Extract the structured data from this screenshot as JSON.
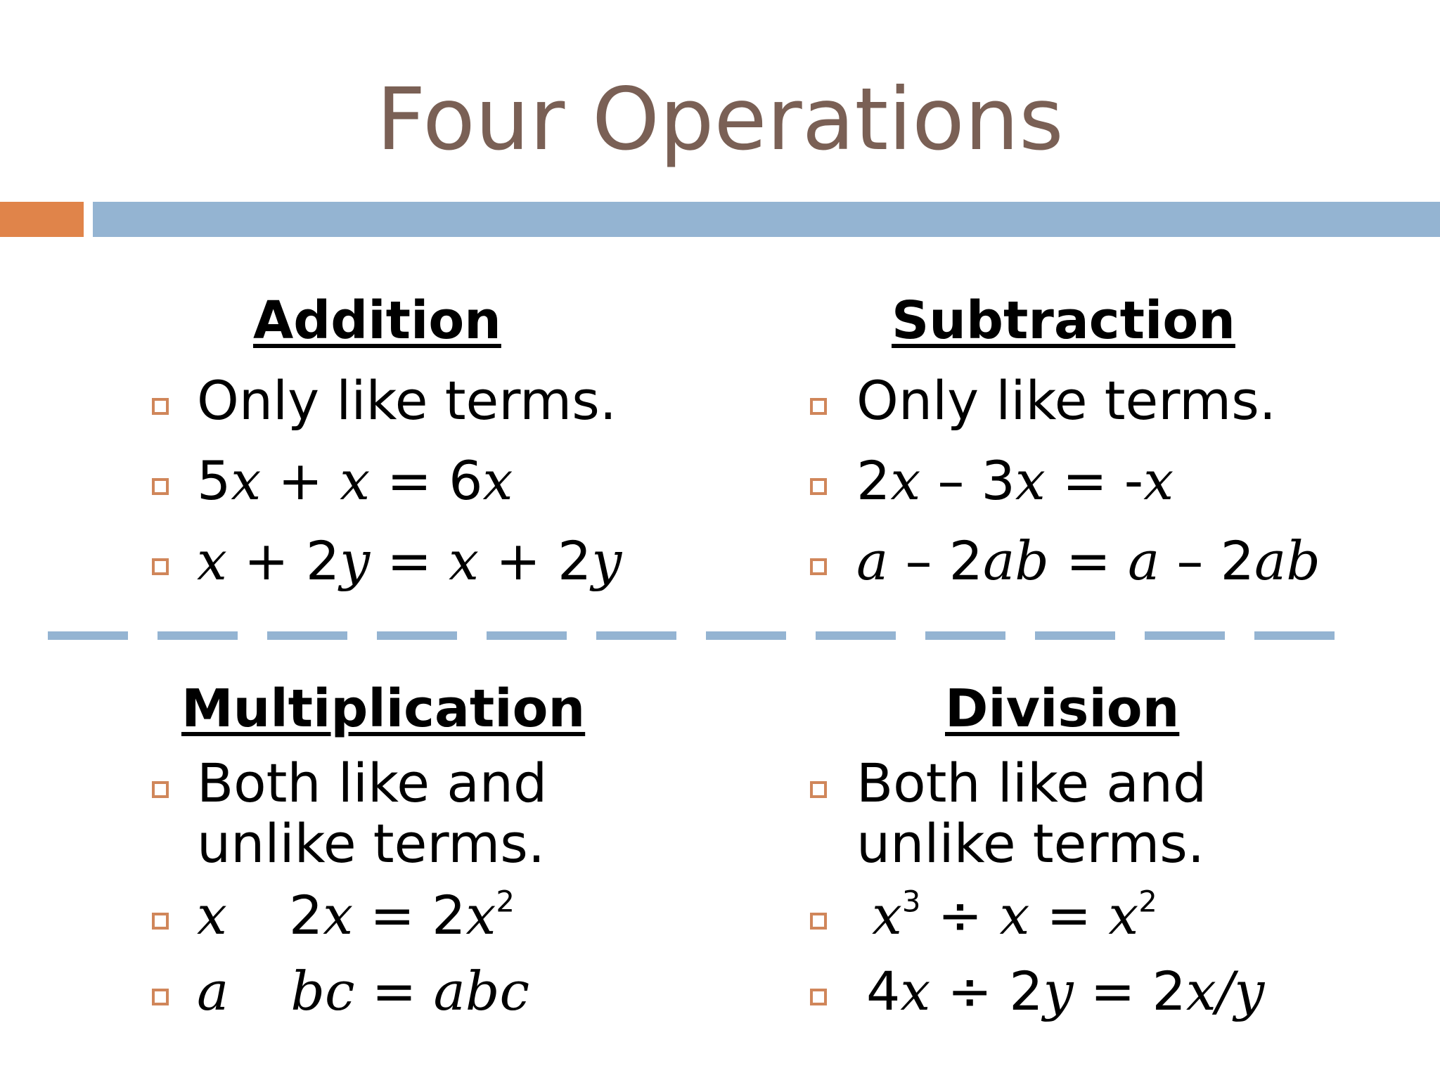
{
  "title": "Four Operations",
  "addition": {
    "heading": "Addition",
    "item1": "Only like terms.",
    "item2": {
      "a": "5",
      "b": "x",
      "c": " + ",
      "d": "x",
      "e": " = 6",
      "f": "x"
    },
    "item3": {
      "a": "x",
      "b": " + 2",
      "c": "y",
      "d": " = ",
      "e": "x",
      "f": " + 2",
      "g": "y"
    }
  },
  "subtraction": {
    "heading": "Subtraction",
    "item1": "Only like terms.",
    "item2": {
      "a": "2",
      "b": "x",
      "c": " – 3",
      "d": "x",
      "e": " = -",
      "f": "x"
    },
    "item3": {
      "a": "a",
      "b": " – 2",
      "c": "ab",
      "d": " = ",
      "e": "a",
      "f": " – 2",
      "g": "ab"
    }
  },
  "multiplication": {
    "heading": "Multiplication",
    "item1_line1": "Both like and",
    "item1_line2": "unlike terms.",
    "item2": {
      "a": "x",
      "b": "2",
      "c": "x",
      "d": " = 2",
      "e": "x",
      "f": "2"
    },
    "item3": {
      "a": "a",
      "b": "bc",
      "c": " = ",
      "d": "abc"
    }
  },
  "division": {
    "heading": "Division",
    "item1_line1": "Both like and",
    "item1_line2": "unlike terms.",
    "item2": {
      "a": "x",
      "b": "3",
      "c": " ÷ ",
      "d": "x",
      "e": " = ",
      "f": "x",
      "g": "2"
    },
    "item3": {
      "a": "4",
      "b": "x",
      "c": " ÷ 2",
      "d": "y",
      "e": " = 2",
      "f": "x/y"
    }
  },
  "colors": {
    "title": "#7a6055",
    "accent_orange": "#e0844a",
    "accent_blue": "#94b4d2",
    "bullet": "#d0865a"
  },
  "icons": {
    "bullet": "hollow-square-bullet-icon"
  }
}
